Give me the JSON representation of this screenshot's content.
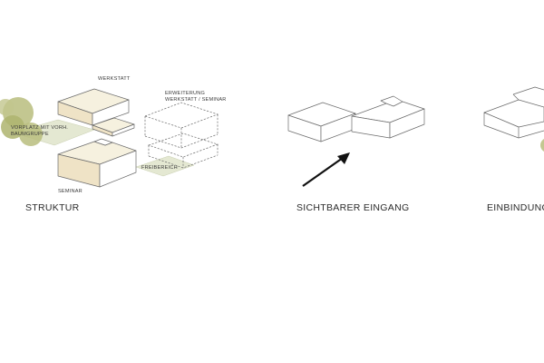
{
  "colors": {
    "tree": "#b8bd7e",
    "ground": "#e4e8d2",
    "block_top_beige": "#f6f1df",
    "block_side_beige": "#efe3c6",
    "line": "#6b6b6b",
    "arrow": "#111111"
  },
  "panels": [
    {
      "caption": "STRUKTUR",
      "labels": {
        "werkstatt": "WERKSTATT",
        "erweiterung_line1": "ERWEITERUNG",
        "erweiterung_line2": "WERKSTATT / SEMINAR",
        "vorplatz_line1": "VORPLATZ MIT VORH.",
        "vorplatz_line2": "BAUMGRUPPE",
        "freibereich": "FREIBEREICH",
        "seminar": "SEMINAR"
      }
    },
    {
      "caption": "SICHTBARER EINGANG"
    },
    {
      "caption": "EINBINDUNG"
    }
  ]
}
